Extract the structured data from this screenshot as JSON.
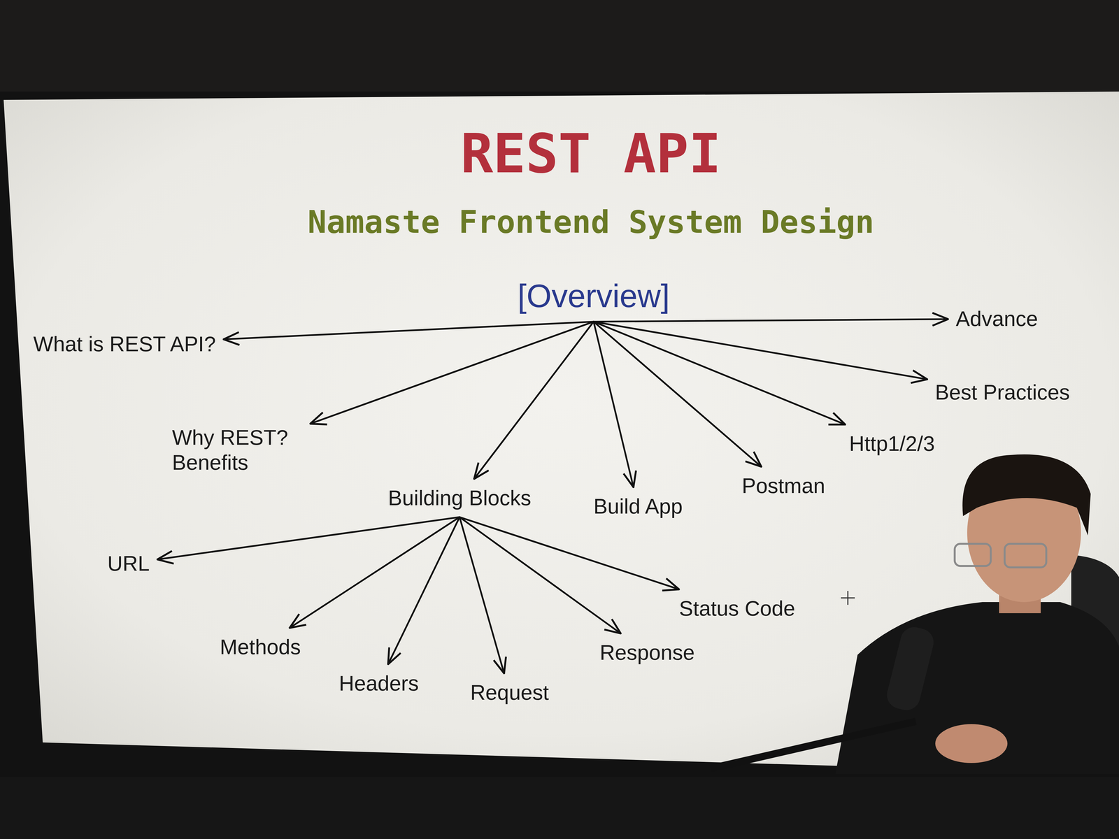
{
  "diagram": {
    "title": "REST API",
    "nodes": [
      {
        "text": [
          "[Overview]"
        ]
      },
      {
        "text": [
          "What is REST API?"
        ]
      },
      {
        "text": [
          "Why REST? Benefits"
        ]
      },
      {
        "text": [
          "Building Blocks"
        ]
      },
      {
        "text": [
          "Build App"
        ]
      },
      {
        "text": [
          "Postman"
        ]
      },
      {
        "text": [
          "Http1/2/3"
        ]
      },
      {
        "text": [
          "Best Practices"
        ]
      },
      {
        "text": [
          "Advance"
        ]
      },
      {
        "text": [
          "URL"
        ]
      },
      {
        "text": [
          "Methods"
        ]
      },
      {
        "text": [
          "Headers"
        ]
      },
      {
        "text": [
          "Request"
        ]
      },
      {
        "text": [
          "Response"
        ]
      },
      {
        "text": [
          "Status Code"
        ]
      }
    ],
    "edges": [
      {
        "from": 0,
        "to": 1,
        "arrow": "to"
      },
      {
        "from": 0,
        "to": 2,
        "arrow": "to"
      },
      {
        "from": 0,
        "to": 3,
        "arrow": "to"
      },
      {
        "from": 0,
        "to": 4,
        "arrow": "to"
      },
      {
        "from": 0,
        "to": 5,
        "arrow": "to"
      },
      {
        "from": 0,
        "to": 6,
        "arrow": "to"
      },
      {
        "from": 0,
        "to": 7,
        "arrow": "to"
      },
      {
        "from": 0,
        "to": 8,
        "arrow": "to"
      },
      {
        "from": 3,
        "to": 9,
        "arrow": "to"
      },
      {
        "from": 3,
        "to": 10,
        "arrow": "to"
      },
      {
        "from": 3,
        "to": 11,
        "arrow": "to"
      },
      {
        "from": 3,
        "to": 12,
        "arrow": "to"
      },
      {
        "from": 3,
        "to": 13,
        "arrow": "to"
      },
      {
        "from": 3,
        "to": 14,
        "arrow": "to"
      }
    ],
    "labels": [
      "Namaste Frontend System Design"
    ]
  }
}
